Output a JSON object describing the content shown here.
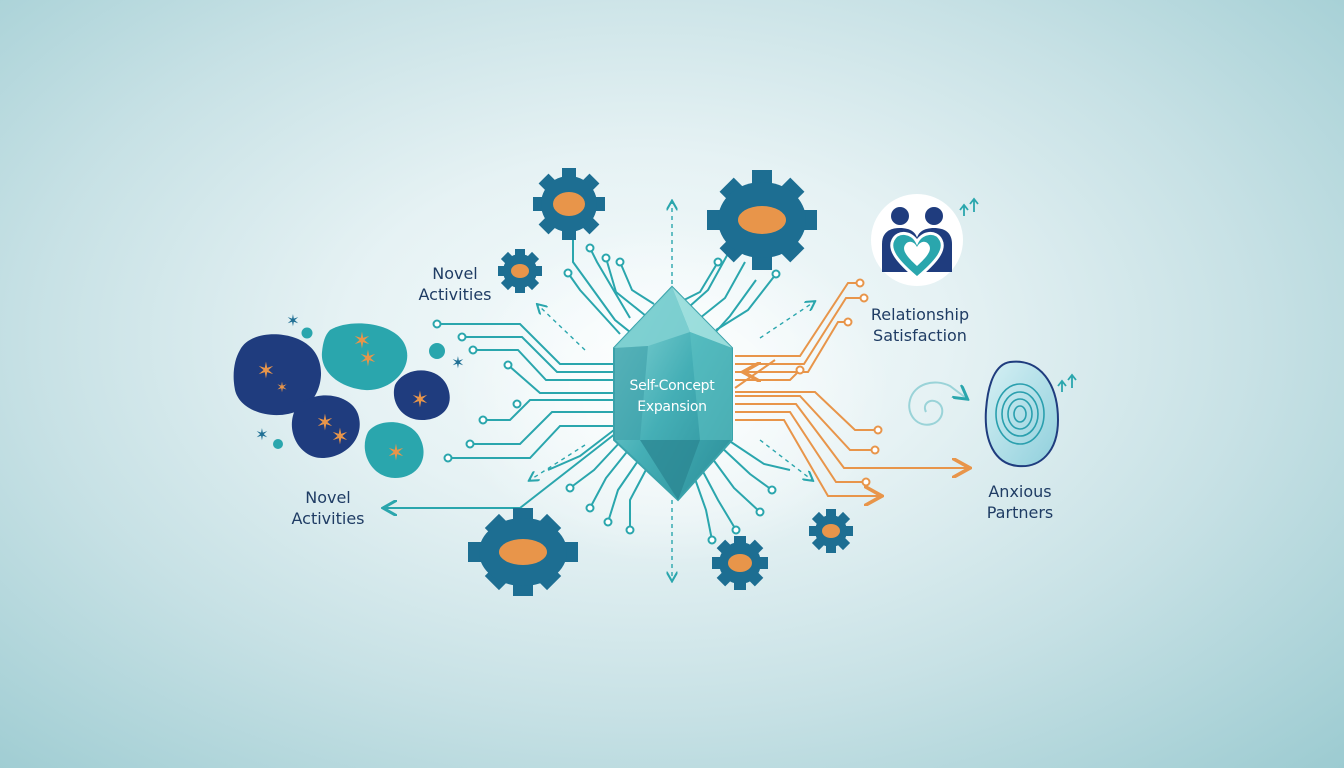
{
  "diagram": {
    "center": {
      "line1": "Self-Concept",
      "line2": "Expansion"
    },
    "left_top": {
      "line1": "Novel",
      "line2": "Activities"
    },
    "left_bottom": {
      "line1": "Novel",
      "line2": "Activities"
    },
    "right_top": {
      "line1": "Relationship",
      "line2": "Satisfaction"
    },
    "right_bottom": {
      "line1": "Anxious",
      "line2": "Partners"
    }
  },
  "colors": {
    "navy": "#1c3c7a",
    "teal": "#2aa6ad",
    "teal_light": "#5cc3c4",
    "orange": "#e8954a",
    "crystal": "#4fb8bd",
    "gear": "#1f6f94"
  },
  "icons": [
    "crystal-icon",
    "gear-icon",
    "blob-icon",
    "sparkle-icon",
    "couple-heart-icon",
    "fingerprint-icon",
    "spiral-icon",
    "up-arrow-icon"
  ]
}
